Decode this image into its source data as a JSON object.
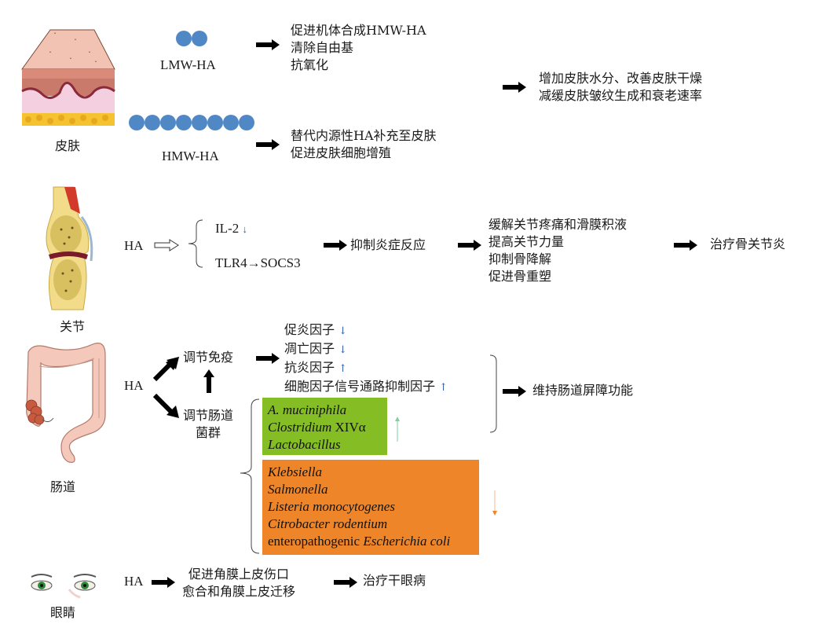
{
  "skin": {
    "organ_label": "皮肤",
    "lmw_label": "LMW-HA",
    "hmw_label": "HMW-HA",
    "lmw_effects": [
      "促进机体合成HMW-HA",
      "清除自由基",
      "抗氧化"
    ],
    "hmw_effects": [
      "替代内源性HA补充至皮肤",
      "促进皮肤细胞增殖"
    ],
    "outcome": [
      "增加皮肤水分、改善皮肤干燥",
      "减缓皮肤皱纹生成和衰老速率"
    ],
    "molecule_color": "#5088c6"
  },
  "joint": {
    "organ_label": "关节",
    "ha_label": "HA",
    "pathway_1": "IL-2",
    "pathway_1_arrow": "↓",
    "pathway_2": "TLR4→SOCS3",
    "step": "抑制炎症反应",
    "effects": [
      "缓解关节疼痛和滑膜积液",
      "提高关节力量",
      "抑制骨降解",
      "促进骨重塑"
    ],
    "outcome": "治疗骨关节炎"
  },
  "gut": {
    "organ_label": "肠道",
    "ha_label": "HA",
    "immune_label": "调节免疫",
    "flora_label_line1": "调节肠道",
    "flora_label_line2": "菌群",
    "immune_factors": [
      {
        "label": "促炎因子",
        "arrow": "↓"
      },
      {
        "label": "凋亡因子",
        "arrow": "↓"
      },
      {
        "label": "抗炎因子",
        "arrow": "↑"
      },
      {
        "label": "细胞因子信号通路抑制因子",
        "arrow": "↑"
      }
    ],
    "increased_bacteria": [
      {
        "italic": "A. muciniphila",
        "plain": ""
      },
      {
        "italic": "Clostridium",
        "plain": " XIVα"
      },
      {
        "italic": "Lactobacillus",
        "plain": ""
      }
    ],
    "increased_arrow": "↑",
    "decreased_bacteria": [
      {
        "prefix": "",
        "italic": "Klebsiella"
      },
      {
        "prefix": "",
        "italic": "Salmonella"
      },
      {
        "prefix": "",
        "italic": "Listeria monocytogenes"
      },
      {
        "prefix": "",
        "italic": "Citrobacter rodentium"
      },
      {
        "prefix": "enteropathogenic ",
        "italic": "Escherichia coli"
      }
    ],
    "decreased_arrow": "↓",
    "outcome": "维持肠道屏障功能",
    "increase_box_color": "#84bd24",
    "decrease_box_color": "#ee8529"
  },
  "eye": {
    "organ_label": "眼睛",
    "ha_label": "HA",
    "effects": [
      "促进角膜上皮伤口",
      "愈合和角膜上皮迁移"
    ],
    "outcome": "治疗干眼病"
  }
}
